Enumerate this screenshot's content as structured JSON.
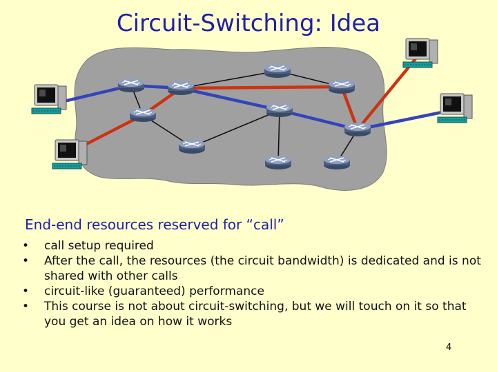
{
  "slide": {
    "title": "Circuit-Switching: Idea",
    "subheading": "End-end resources reserved for “call”",
    "bullets": [
      "call setup required",
      "After the call, the resources (the circuit bandwidth) is  dedicated and is not shared with other calls",
      "circuit-like (guaranteed) performance",
      "This course is not about circuit-switching, but we will touch on it so that you get an idea on how it works"
    ],
    "bullet_glyph": "•",
    "page_number": "4"
  },
  "diagram": {
    "icons": {
      "router": "router-icon",
      "host": "computer-icon"
    },
    "colors": {
      "network_cloud": "#a0a0a0",
      "circuit_red": "#cc3311",
      "circuit_blue": "#3344bb",
      "link": "#111111"
    }
  }
}
